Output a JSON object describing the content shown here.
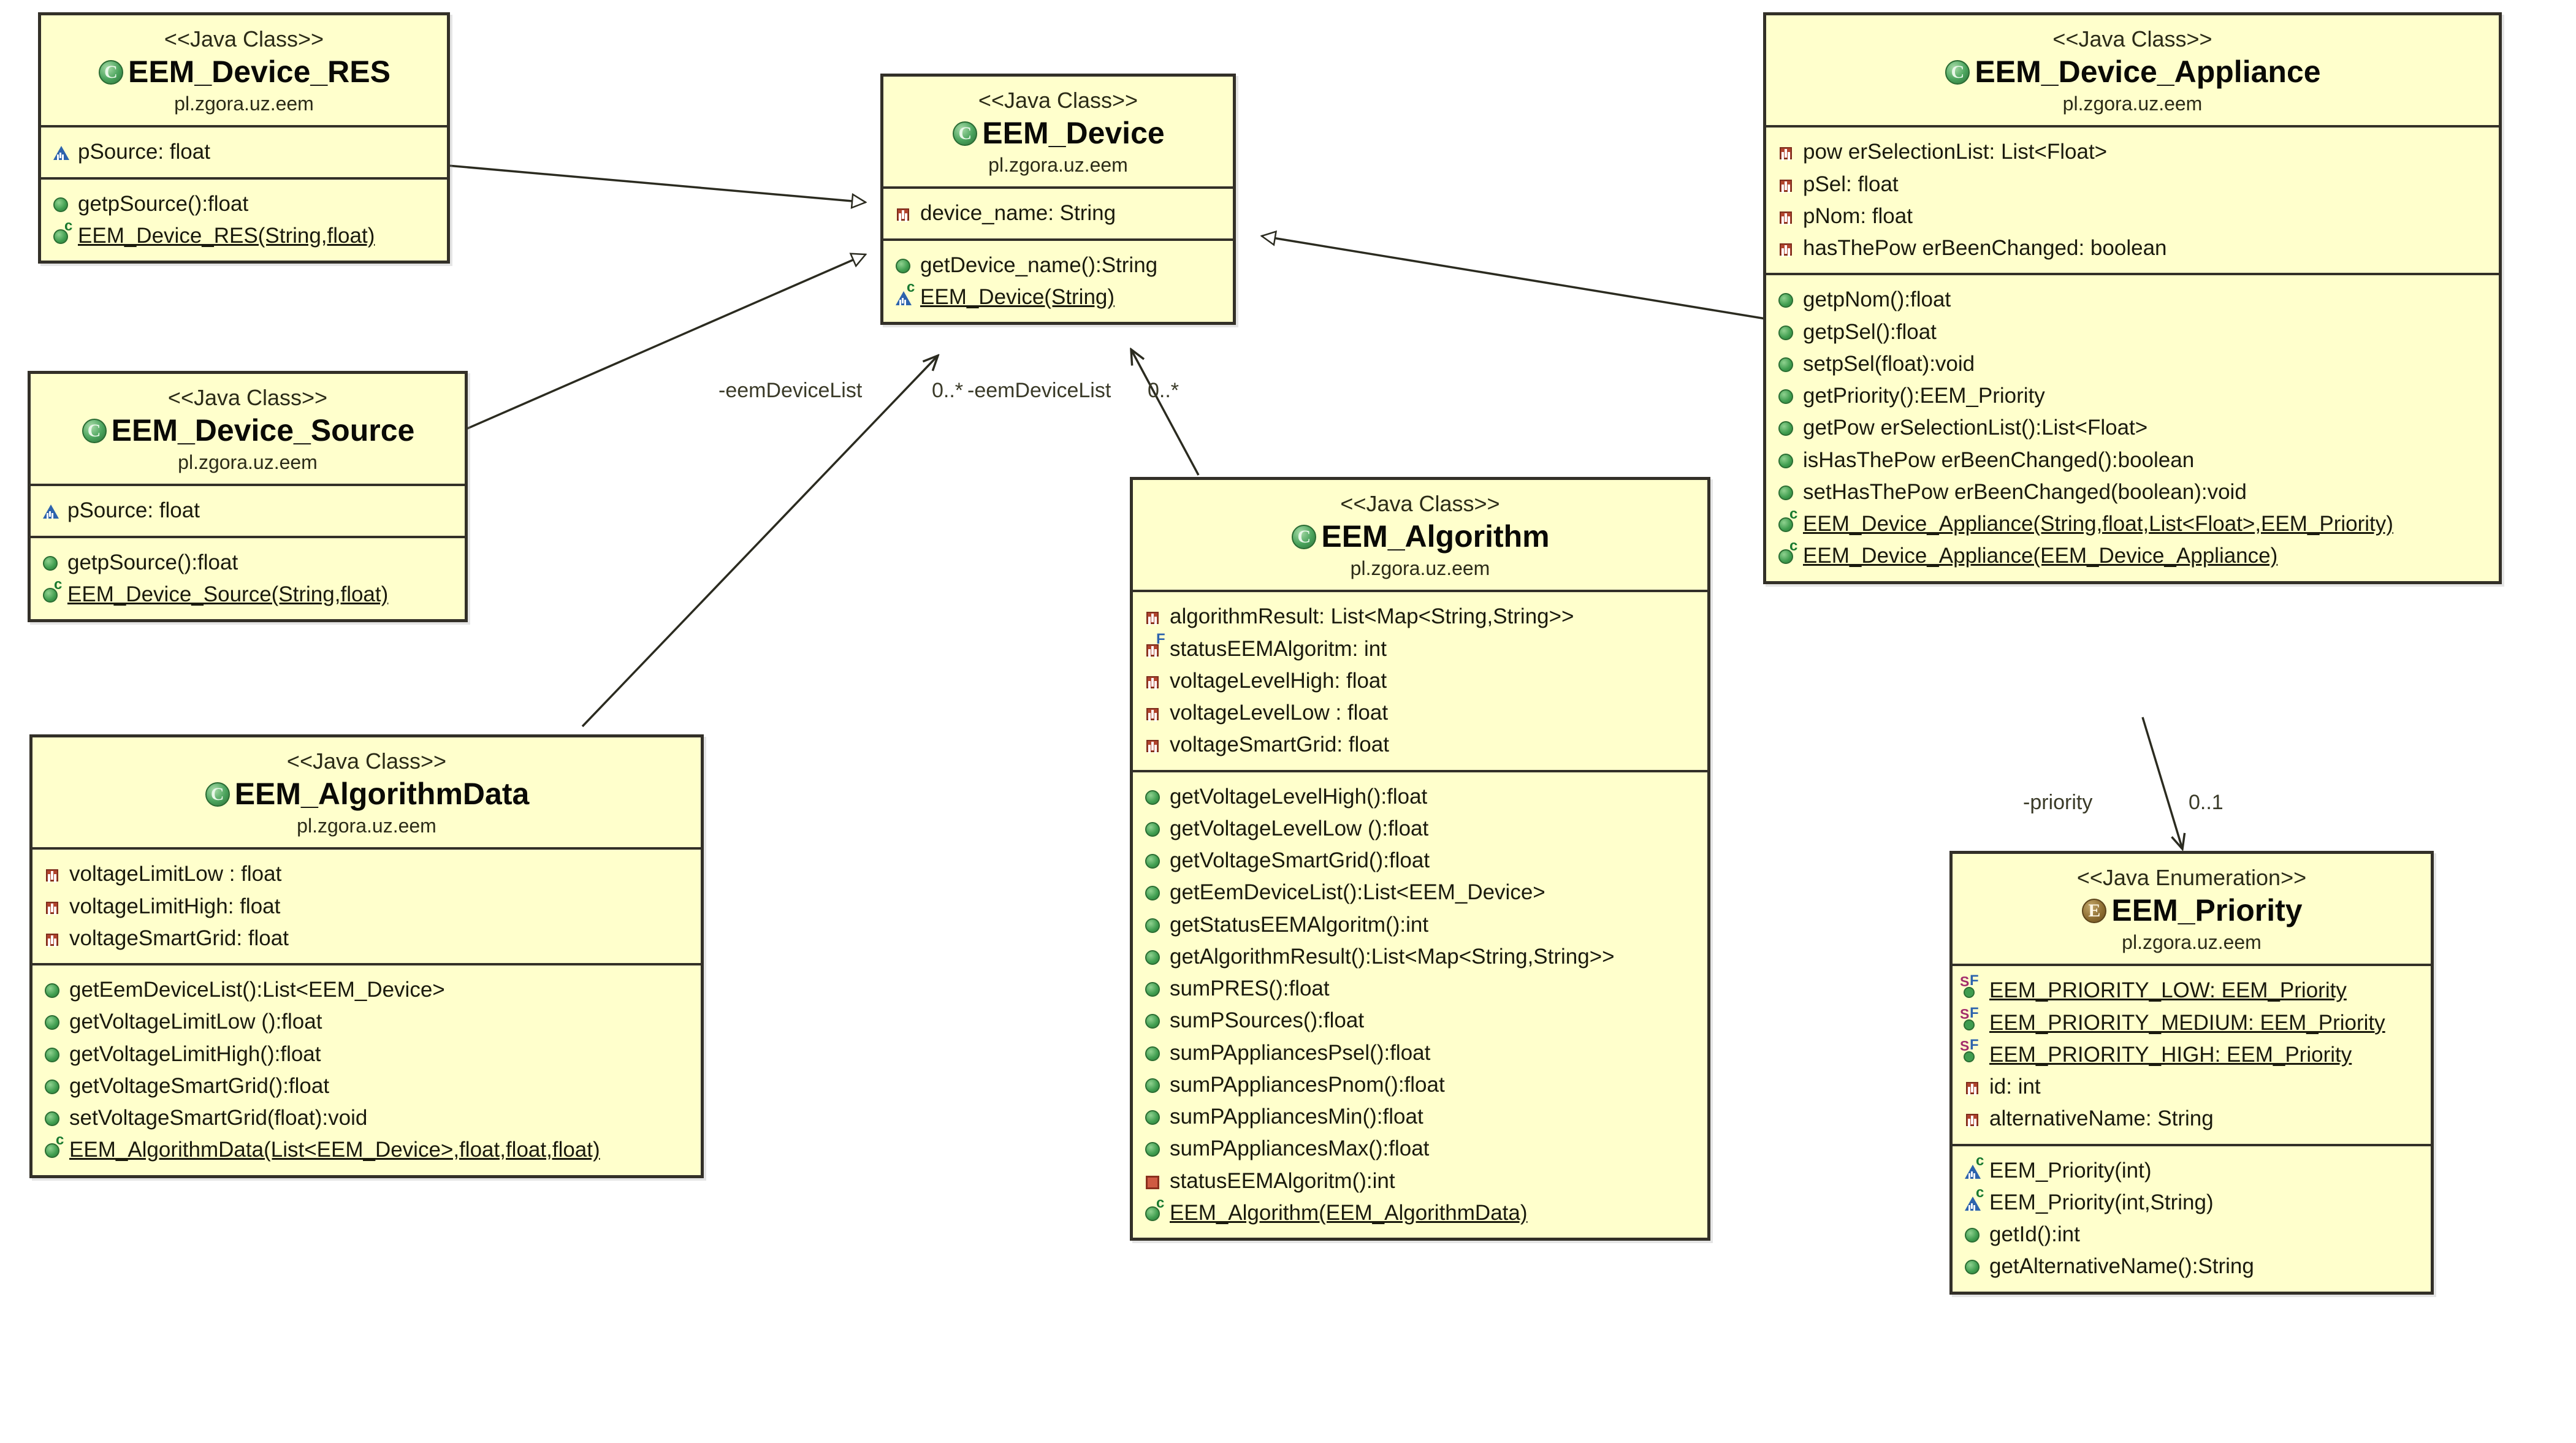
{
  "diagram": {
    "title": "EEM Java class diagram",
    "background": "#ffffff",
    "class_fill": "#ffffcc",
    "class_border": "#333028"
  },
  "stereotypes": {
    "java_class": "<<Java Class>>",
    "java_enumeration": "<<Java Enumeration>>"
  },
  "package": "pl.zgora.uz.eem",
  "classes": {
    "eem_device_res": {
      "stereotype": "<<Java Class>>",
      "name": "EEM_Device_RES",
      "package": "pl.zgora.uz.eem",
      "attributes": [
        {
          "icon": "protected-field-icon",
          "text": "pSource: float"
        }
      ],
      "operations": [
        {
          "icon": "public-method-icon",
          "text": "getpSource():float"
        },
        {
          "icon": "constructor-icon",
          "text": "EEM_Device_RES(String,float)"
        }
      ]
    },
    "eem_device_source": {
      "stereotype": "<<Java Class>>",
      "name": "EEM_Device_Source",
      "package": "pl.zgora.uz.eem",
      "attributes": [
        {
          "icon": "protected-field-icon",
          "text": "pSource: float"
        }
      ],
      "operations": [
        {
          "icon": "public-method-icon",
          "text": "getpSource():float"
        },
        {
          "icon": "constructor-icon",
          "text": "EEM_Device_Source(String,float)"
        }
      ]
    },
    "eem_device": {
      "stereotype": "<<Java Class>>",
      "name": "EEM_Device",
      "package": "pl.zgora.uz.eem",
      "attributes": [
        {
          "icon": "private-field-icon",
          "text": "device_name: String"
        }
      ],
      "operations": [
        {
          "icon": "public-method-icon",
          "text": "getDevice_name():String"
        },
        {
          "icon": "protected-constructor-icon",
          "text": "EEM_Device(String)"
        }
      ]
    },
    "eem_device_appliance": {
      "stereotype": "<<Java Class>>",
      "name": "EEM_Device_Appliance",
      "package": "pl.zgora.uz.eem",
      "attributes": [
        {
          "icon": "private-field-icon",
          "text": "pow erSelectionList: List<Float>"
        },
        {
          "icon": "private-field-icon",
          "text": "pSel: float"
        },
        {
          "icon": "private-field-icon",
          "text": "pNom: float"
        },
        {
          "icon": "private-field-icon",
          "text": "hasThePow erBeenChanged: boolean"
        }
      ],
      "operations": [
        {
          "icon": "public-method-icon",
          "text": "getpNom():float"
        },
        {
          "icon": "public-method-icon",
          "text": "getpSel():float"
        },
        {
          "icon": "public-method-icon",
          "text": "setpSel(float):void"
        },
        {
          "icon": "public-method-icon",
          "text": "getPriority():EEM_Priority"
        },
        {
          "icon": "public-method-icon",
          "text": "getPow erSelectionList():List<Float>"
        },
        {
          "icon": "public-method-icon",
          "text": "isHasThePow erBeenChanged():boolean"
        },
        {
          "icon": "public-method-icon",
          "text": "setHasThePow erBeenChanged(boolean):void"
        },
        {
          "icon": "constructor-icon",
          "text": "EEM_Device_Appliance(String,float,List<Float>,EEM_Priority)"
        },
        {
          "icon": "constructor-icon",
          "text": "EEM_Device_Appliance(EEM_Device_Appliance)"
        }
      ]
    },
    "eem_algorithm": {
      "stereotype": "<<Java Class>>",
      "name": "EEM_Algorithm",
      "package": "pl.zgora.uz.eem",
      "attributes": [
        {
          "icon": "private-field-icon",
          "text": "algorithmResult: List<Map<String,String>>"
        },
        {
          "icon": "private-final-field-icon",
          "text": "statusEEMAlgoritm: int"
        },
        {
          "icon": "private-field-icon",
          "text": "voltageLevelHigh: float"
        },
        {
          "icon": "private-field-icon",
          "text": "voltageLevelLow : float"
        },
        {
          "icon": "private-field-icon",
          "text": "voltageSmartGrid: float"
        }
      ],
      "operations": [
        {
          "icon": "public-method-icon",
          "text": "getVoltageLevelHigh():float"
        },
        {
          "icon": "public-method-icon",
          "text": "getVoltageLevelLow ():float"
        },
        {
          "icon": "public-method-icon",
          "text": "getVoltageSmartGrid():float"
        },
        {
          "icon": "public-method-icon",
          "text": "getEemDeviceList():List<EEM_Device>"
        },
        {
          "icon": "public-method-icon",
          "text": "getStatusEEMAlgoritm():int"
        },
        {
          "icon": "public-method-icon",
          "text": "getAlgorithmResult():List<Map<String,String>>"
        },
        {
          "icon": "public-method-icon",
          "text": "sumPRES():float"
        },
        {
          "icon": "public-method-icon",
          "text": "sumPSources():float"
        },
        {
          "icon": "public-method-icon",
          "text": "sumPAppliancesPsel():float"
        },
        {
          "icon": "public-method-icon",
          "text": "sumPAppliancesPnom():float"
        },
        {
          "icon": "public-method-icon",
          "text": "sumPAppliancesMin():float"
        },
        {
          "icon": "public-method-icon",
          "text": "sumPAppliancesMax():float"
        },
        {
          "icon": "private-method-icon",
          "text": "statusEEMAlgoritm():int"
        },
        {
          "icon": "constructor-icon",
          "text": "EEM_Algorithm(EEM_AlgorithmData)"
        }
      ]
    },
    "eem_algorithm_data": {
      "stereotype": "<<Java Class>>",
      "name": "EEM_AlgorithmData",
      "package": "pl.zgora.uz.eem",
      "attributes": [
        {
          "icon": "private-field-icon",
          "text": "voltageLimitLow : float"
        },
        {
          "icon": "private-field-icon",
          "text": "voltageLimitHigh: float"
        },
        {
          "icon": "private-field-icon",
          "text": "voltageSmartGrid: float"
        }
      ],
      "operations": [
        {
          "icon": "public-method-icon",
          "text": "getEemDeviceList():List<EEM_Device>"
        },
        {
          "icon": "public-method-icon",
          "text": "getVoltageLimitLow ():float"
        },
        {
          "icon": "public-method-icon",
          "text": "getVoltageLimitHigh():float"
        },
        {
          "icon": "public-method-icon",
          "text": "getVoltageSmartGrid():float"
        },
        {
          "icon": "public-method-icon",
          "text": "setVoltageSmartGrid(float):void"
        },
        {
          "icon": "constructor-icon",
          "text": "EEM_AlgorithmData(List<EEM_Device>,float,float,float)"
        }
      ]
    },
    "eem_priority": {
      "stereotype": "<<Java Enumeration>>",
      "name": "EEM_Priority",
      "package": "pl.zgora.uz.eem",
      "attributes": [
        {
          "icon": "static-final-field-icon",
          "text": "EEM_PRIORITY_LOW: EEM_Priority",
          "static": true
        },
        {
          "icon": "static-final-field-icon",
          "text": "EEM_PRIORITY_MEDIUM: EEM_Priority",
          "static": true
        },
        {
          "icon": "static-final-field-icon",
          "text": "EEM_PRIORITY_HIGH: EEM_Priority",
          "static": true
        },
        {
          "icon": "private-field-icon",
          "text": "id: int"
        },
        {
          "icon": "private-field-icon",
          "text": "alternativeName: String"
        }
      ],
      "operations": [
        {
          "icon": "protected-constructor-icon",
          "text": "EEM_Priority(int)"
        },
        {
          "icon": "protected-constructor-icon",
          "text": "EEM_Priority(int,String)"
        },
        {
          "icon": "public-method-icon",
          "text": "getId():int"
        },
        {
          "icon": "public-method-icon",
          "text": "getAlternativeName():String"
        }
      ]
    }
  },
  "relationships": [
    {
      "id": "res_to_device",
      "type": "generalization",
      "from": "EEM_Device_RES",
      "to": "EEM_Device",
      "role": "",
      "multiplicity": ""
    },
    {
      "id": "appliance_to_device",
      "type": "generalization",
      "from": "EEM_Device_Appliance",
      "to": "EEM_Device",
      "role": "",
      "multiplicity": ""
    },
    {
      "id": "source_to_device",
      "type": "generalization",
      "from": "EEM_Device_Source",
      "to": "EEM_Device",
      "role": "",
      "multiplicity": ""
    },
    {
      "id": "algdata_to_device",
      "type": "association",
      "from": "EEM_AlgorithmData",
      "to": "EEM_Device",
      "role": "-eemDeviceList",
      "multiplicity": "0..*"
    },
    {
      "id": "alg_to_device",
      "type": "association",
      "from": "EEM_Algorithm",
      "to": "EEM_Device",
      "role": "-eemDeviceList",
      "multiplicity": "0..*"
    },
    {
      "id": "appliance_to_priority",
      "type": "association",
      "from": "EEM_Device_Appliance",
      "to": "EEM_Priority",
      "role": "-priority",
      "multiplicity": "0..1"
    }
  ],
  "edge_labels": {
    "left_role": "-eemDeviceList",
    "left_mult": "0..*",
    "right_role": "-eemDeviceList",
    "right_mult": "0..*",
    "priority_role": "-priority",
    "priority_mult": "0..1"
  }
}
